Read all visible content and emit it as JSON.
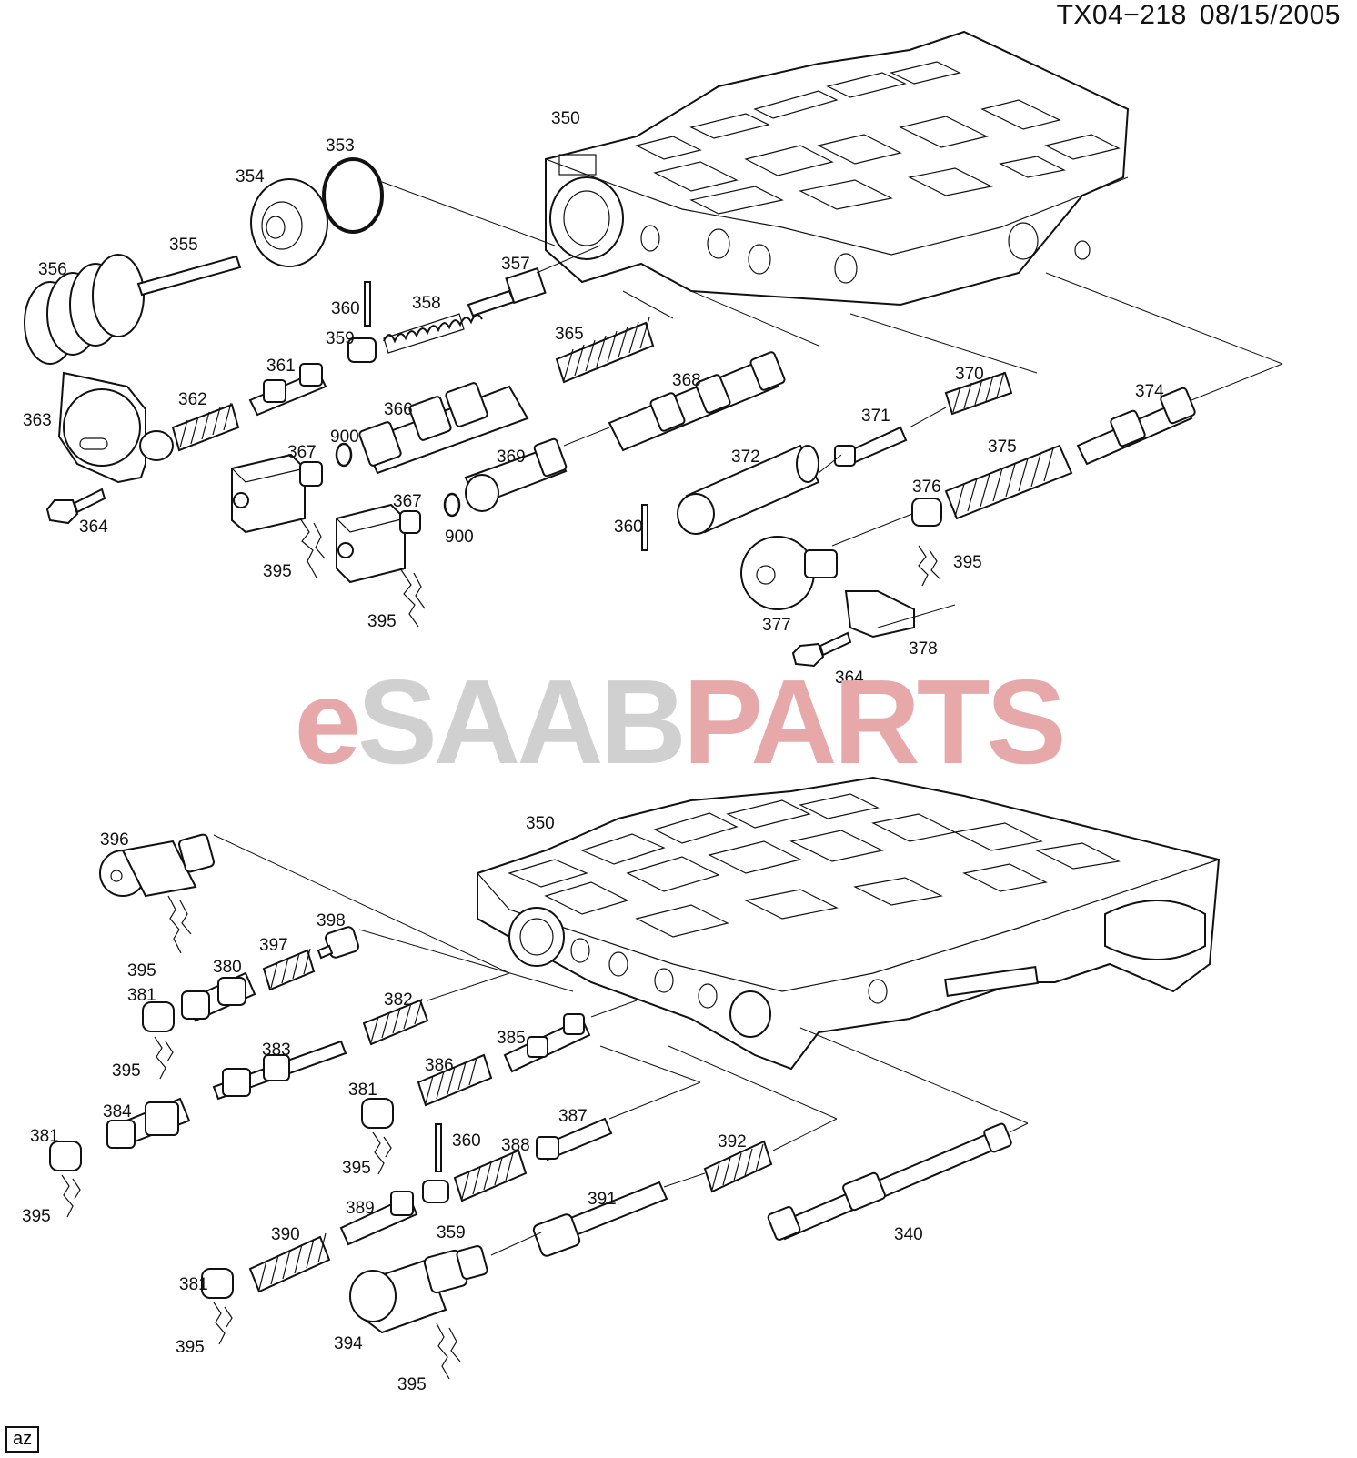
{
  "header": {
    "code": "TX04−218",
    "date": "08/15/2005"
  },
  "watermark": {
    "part_e": "e",
    "part_saab": "SAAB",
    "part_parts": "PARTS"
  },
  "corner_label": "az",
  "labels": {
    "l350a": "350",
    "l353": "353",
    "l354": "354",
    "l355": "355",
    "l356": "356",
    "l357": "357",
    "l360a": "360",
    "l358": "358",
    "l359a": "359",
    "l365": "365",
    "l361": "361",
    "l362": "362",
    "l363": "363",
    "l366": "366",
    "l368": "368",
    "l900a": "900",
    "l367a": "367",
    "l364a": "364",
    "l367b": "367",
    "l900b": "900",
    "l369": "369",
    "l395a": "395",
    "l395b": "395",
    "l360b": "360",
    "l370": "370",
    "l371": "371",
    "l374": "374",
    "l372": "372",
    "l375": "375",
    "l376": "376",
    "l395c": "395",
    "l377": "377",
    "l378": "378",
    "l364b": "364",
    "l350b": "350",
    "l396": "396",
    "l395d": "395",
    "l398": "398",
    "l397": "397",
    "l380": "380",
    "l381a": "381",
    "l382": "382",
    "l395e": "395",
    "l383": "383",
    "l385": "385",
    "l386": "386",
    "l381b": "381",
    "l384": "384",
    "l381c": "381",
    "l387": "387",
    "l360c": "360",
    "l388": "388",
    "l392": "392",
    "l395f": "395",
    "l395g": "395",
    "l389": "389",
    "l391": "391",
    "l359b": "359",
    "l390": "390",
    "l340": "340",
    "l381d": "381",
    "l394": "394",
    "l395h": "395",
    "l395i": "395"
  }
}
